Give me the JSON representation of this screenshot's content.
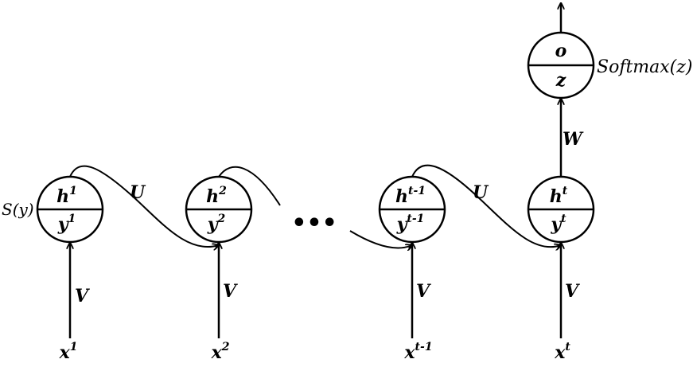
{
  "colors": {
    "stroke": "#000000",
    "background": "#ffffff"
  },
  "nodes": [
    {
      "id": "n1",
      "top": "h",
      "top_sup": "1",
      "bottom": "y",
      "bottom_sup": "1",
      "input": "x",
      "input_sup": "1",
      "input_weight": "V"
    },
    {
      "id": "n2",
      "top": "h",
      "top_sup": "2",
      "bottom": "y",
      "bottom_sup": "2",
      "input": "x",
      "input_sup": "2",
      "input_weight": "V"
    },
    {
      "id": "n3",
      "top": "h",
      "top_sup": "t-1",
      "bottom": "y",
      "bottom_sup": "t-1",
      "input": "x",
      "input_sup": "t-1",
      "input_weight": "V"
    },
    {
      "id": "n4",
      "top": "h",
      "top_sup": "t",
      "bottom": "y",
      "bottom_sup": "t",
      "input": "x",
      "input_sup": "t",
      "input_weight": "V"
    }
  ],
  "output_node": {
    "top": "o",
    "bottom": "z",
    "function_label": "Softmax(z)",
    "weight": "W"
  },
  "recurrent_weight": "U",
  "activation_label": "S(y)",
  "ellipsis": "•••"
}
